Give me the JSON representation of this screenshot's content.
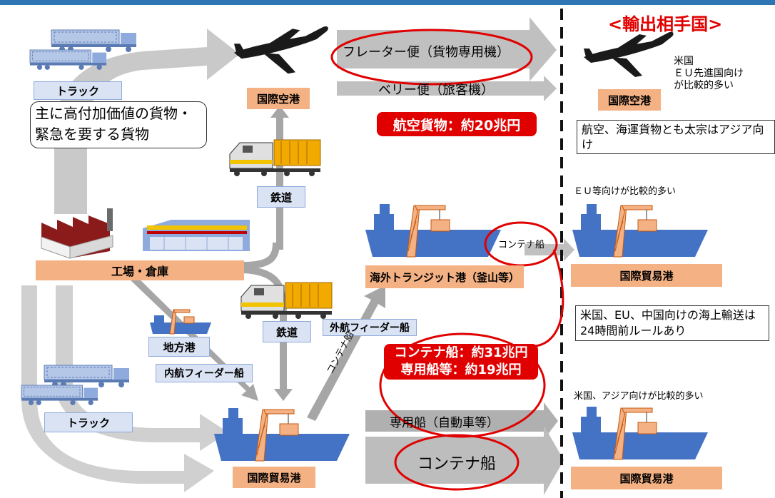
{
  "title": "<輸出相手国>",
  "labels": {
    "truck_top": "トラック",
    "truck_bottom": "トラック",
    "airport_left": "国際空港",
    "airport_right": "国際空港",
    "rail_top": "鉄道",
    "rail_mid": "鉄道",
    "factory": "工場・倉庫",
    "local_port": "地方港",
    "domestic_feeder": "内航フィーダー船",
    "overseas_feeder": "外航フィーダー船",
    "transit_port": "海外トランジット港（釜山等）",
    "seaport_bottom": "国際貿易港",
    "seaport_right_mid": "国際貿易港",
    "seaport_right_bottom": "国際貿易港"
  },
  "texts": {
    "high_value": "主に高付加価値の貨物・緊急を要する貨物",
    "freighter": "フレーター便（貨物専用機）",
    "belly": "ベリー便（旅客機）",
    "container_ship_small": "コンテナ船",
    "container_ship_diag": "コンテナ船",
    "special_ship": "専用船（自動車等）",
    "container_ship_bottom": "コンテナ船",
    "us_eu_note": "米国\nＥＵ先進国向け\nが比較的多い",
    "asia_note": "航空、海運貨物とも太宗はアジア向け",
    "eu_note": "ＥＵ等向けが比較的多い",
    "rule_note": "米国、EU、中国向けの海上輸送は24時間前ルールあり",
    "us_asia_note": "米国、アジア向けが比較的多い"
  },
  "values": {
    "air_cargo": "航空貨物：約20兆円",
    "container_value": "コンテナ船：約31兆円",
    "special_value": "専用船等：約19兆円"
  },
  "colors": {
    "accent_red": "#e00000",
    "label_orange": "#f4b183",
    "label_blue": "#dae3f3",
    "arrow_gray": "#bfbfbf",
    "ship_blue": "#4472c4"
  }
}
